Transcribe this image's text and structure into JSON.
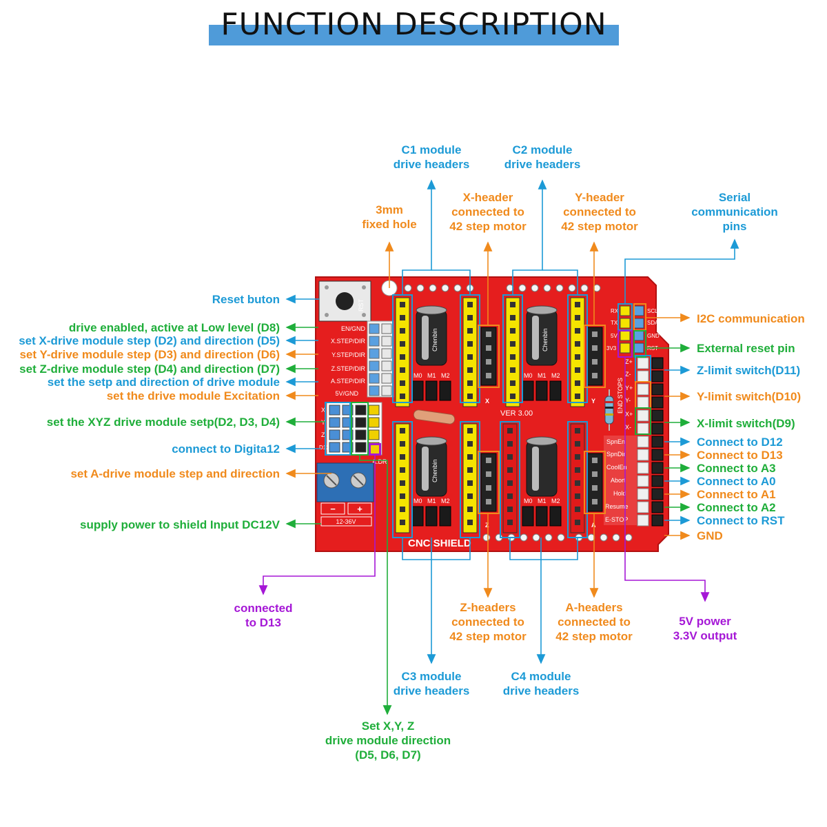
{
  "title": "FUNCTION DESCRIPTION",
  "colors": {
    "blue": "#1c9ad6",
    "orange": "#f08a1c",
    "green": "#1fae3a",
    "purple": "#a517d6",
    "board": "#e51e1e",
    "title_bar": "#4f9bd9"
  },
  "top_labels": {
    "c1": [
      "C1 module",
      "drive headers"
    ],
    "c2": [
      "C2 module",
      "drive headers"
    ],
    "hole": [
      "3mm",
      "fixed hole"
    ],
    "xheader": [
      "X-header",
      "connected to",
      "42 step motor"
    ],
    "yheader": [
      "Y-header",
      "connected to",
      "42 step motor"
    ],
    "serial": [
      "Serial",
      "communication",
      "pins"
    ]
  },
  "left_labels": [
    "Reset buton",
    "drive enabled, active at Low level (D8)",
    "set X-drive module step (D2) and direction (D5)",
    "set Y-drive module step (D3) and direction (D6)",
    "set Z-drive module step (D4) and direction (D7)",
    "set the setp and direction of drive module",
    "set the drive module Excitation",
    "set the XYZ drive module setp(D2, D3, D4)",
    "connect to Digita12",
    "set A-drive module step and direction",
    "supply power to shield Input DC12V"
  ],
  "right_labels": [
    "I2C communication",
    "External reset pin",
    "Z-limit switch(D11)",
    "Y-limit switch(D10)",
    "X-limit switch(D9)",
    "Connect to D12",
    "Connect to D13",
    "Connect to A3",
    "Connect to A0",
    "Connect to A1",
    "Connect to A2",
    "Connect to RST",
    "GND"
  ],
  "bottom_labels": {
    "d13": [
      "connected",
      "to D13"
    ],
    "zheaders": [
      "Z-headers",
      "connected to",
      "42 step motor"
    ],
    "aheaders": [
      "A-headers",
      "connected to",
      "42 step motor"
    ],
    "power": [
      "5V  power",
      "3.3V  output"
    ],
    "c3": [
      "C3 module",
      "drive headers"
    ],
    "c4": [
      "C4 module",
      "drive headers"
    ],
    "direction": [
      "Set X,Y, Z",
      "drive module direction",
      "(D5, D6, D7)"
    ]
  },
  "board": {
    "silk_left": [
      "EN/GND",
      "X.STEP/DIR",
      "Y.STEP/DIR",
      "Z.STEP/DIR",
      "A.STEP/DIR",
      "5V/GND"
    ],
    "silk_right": [
      "SpnEn",
      "SpnDir",
      "CoolEn",
      "Abort",
      "Hold",
      "Resume",
      "E-STOP"
    ],
    "endstop_pins": [
      "Z+",
      "Z-",
      "Y+",
      "Y-",
      "X+",
      "X-"
    ],
    "serial_pins": [
      "RX",
      "TX",
      "5V",
      "3V3"
    ],
    "i2c_pins": [
      "SCL",
      "SDA",
      "GND",
      "RST"
    ],
    "version": "VER 3.00",
    "name": "CNC SHIELD",
    "reset": "RST",
    "end_stops": "END STOPS",
    "power_range": "12-36V",
    "minus": "−",
    "plus": "+",
    "module_pins": [
      "M0",
      "M1",
      "M2"
    ],
    "axis_labels": [
      "X",
      "Y",
      "Z",
      "A"
    ],
    "cap_brand": "Chenbin",
    "xyz_pins": [
      "X",
      "Y",
      "Z",
      "D12"
    ],
    "adr": "A.DR"
  }
}
